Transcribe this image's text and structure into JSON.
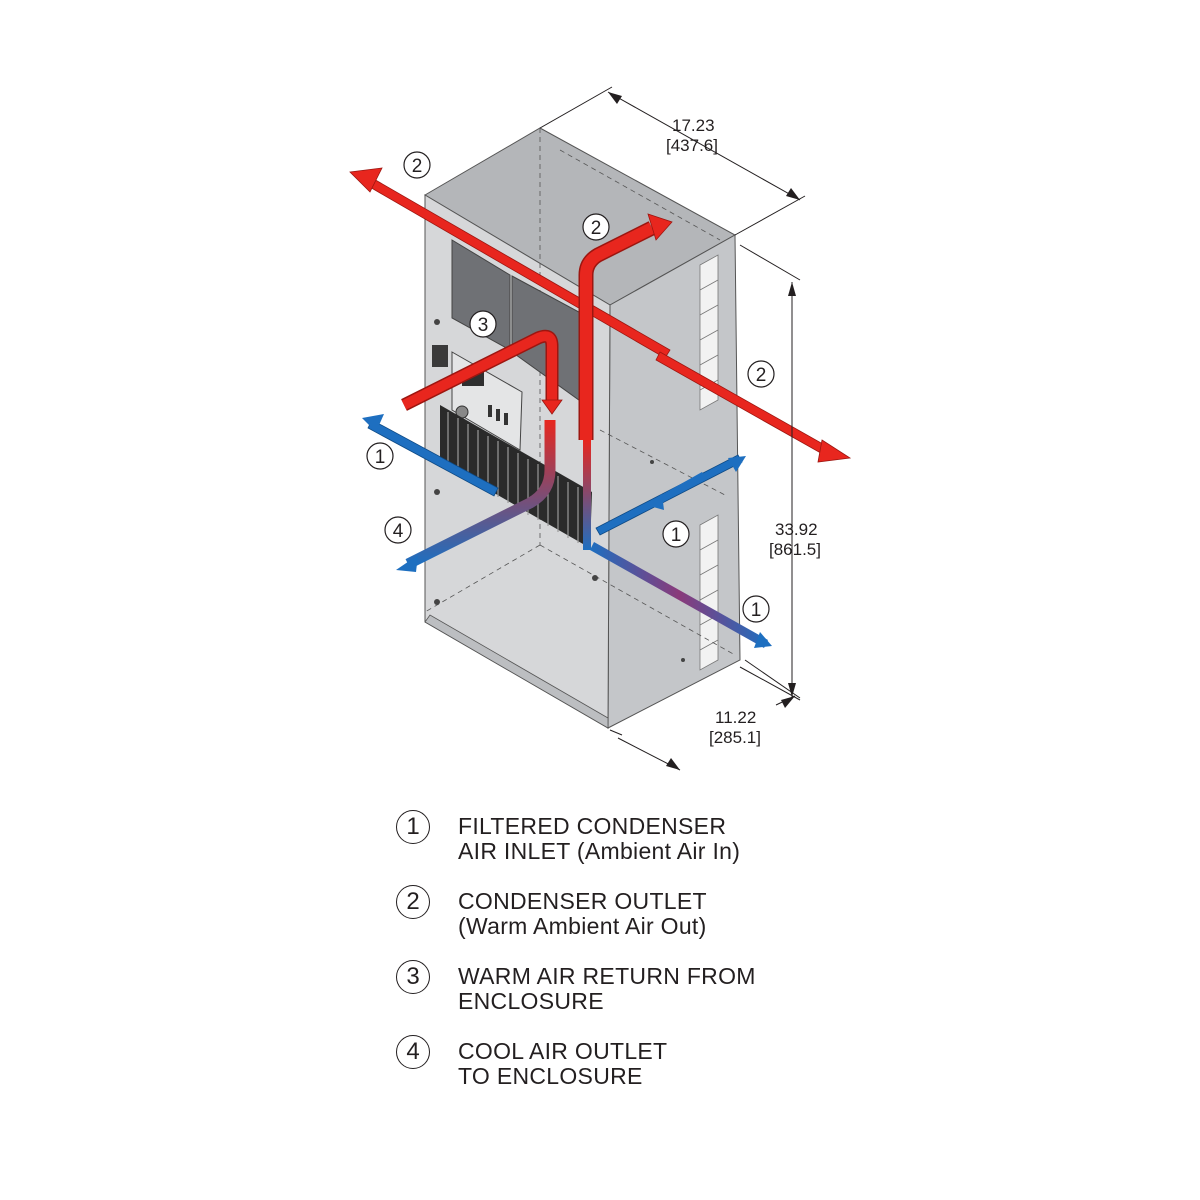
{
  "dimensions": {
    "width": {
      "value": "17.23",
      "metric": "[437.6]"
    },
    "height": {
      "value": "33.92",
      "metric": "[861.5]"
    },
    "depth": {
      "value": "11.22",
      "metric": "[285.1]"
    }
  },
  "colors": {
    "warm_air": "#e8261e",
    "cool_air": "#1e6fc0",
    "unit_front": "#d4d5d7",
    "unit_side": "#c1c3c6",
    "unit_top": "#b4b6b9",
    "panel": "#6e7074"
  },
  "callouts": [
    "1",
    "2",
    "3",
    "4"
  ],
  "legend": [
    {
      "number": "1",
      "line1": "FILTERED CONDENSER",
      "line2": "AIR INLET (Ambient Air In)"
    },
    {
      "number": "2",
      "line1": "CONDENSER OUTLET",
      "line2": "(Warm Ambient Air Out)"
    },
    {
      "number": "3",
      "line1": "WARM AIR RETURN FROM",
      "line2": "ENCLOSURE"
    },
    {
      "number": "4",
      "line1": "COOL AIR OUTLET",
      "line2": "TO ENCLOSURE"
    }
  ]
}
